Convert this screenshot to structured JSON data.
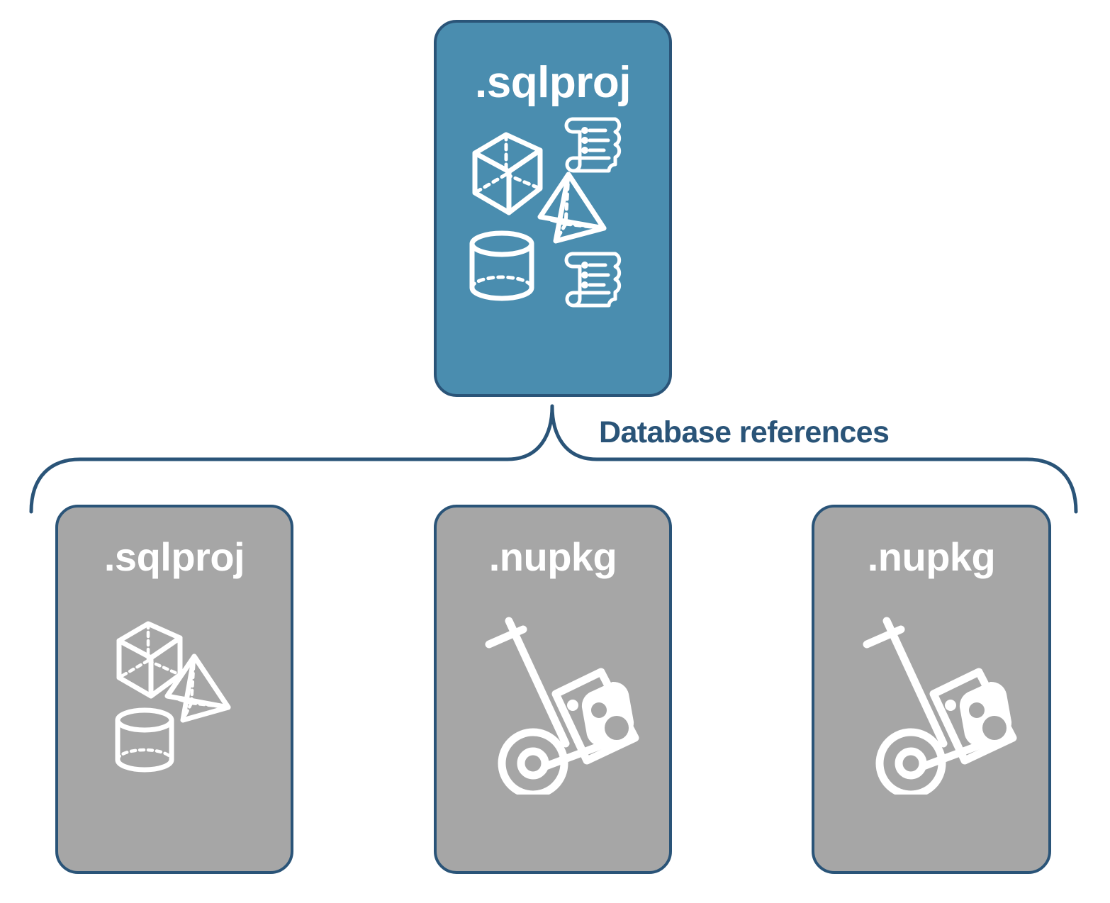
{
  "diagram": {
    "title": "Database references",
    "colors": {
      "primary_fill": "#4a8daf",
      "secondary_fill": "#a6a6a6",
      "stroke": "#2a5478",
      "label_text": "#2a5478",
      "icon": "#ffffff",
      "background": "#ffffff"
    },
    "connector": {
      "label": "Database references",
      "style": "curly-brace",
      "direction": "one-to-many"
    },
    "root": {
      "label": ".sqlproj",
      "fill": "#4a8daf",
      "icons": [
        "cube-wireframe-icon",
        "pyramid-wireframe-icon",
        "cylinder-wireframe-icon",
        "scroll-icon",
        "scroll-icon"
      ]
    },
    "children": [
      {
        "label": ".sqlproj",
        "fill": "#a6a6a6",
        "icons": [
          "cube-wireframe-icon",
          "pyramid-wireframe-icon",
          "cylinder-wireframe-icon"
        ]
      },
      {
        "label": ".nupkg",
        "fill": "#a6a6a6",
        "icons": [
          "hand-truck-nuget-package-icon"
        ]
      },
      {
        "label": ".nupkg",
        "fill": "#a6a6a6",
        "icons": [
          "hand-truck-nuget-package-icon"
        ]
      }
    ]
  }
}
